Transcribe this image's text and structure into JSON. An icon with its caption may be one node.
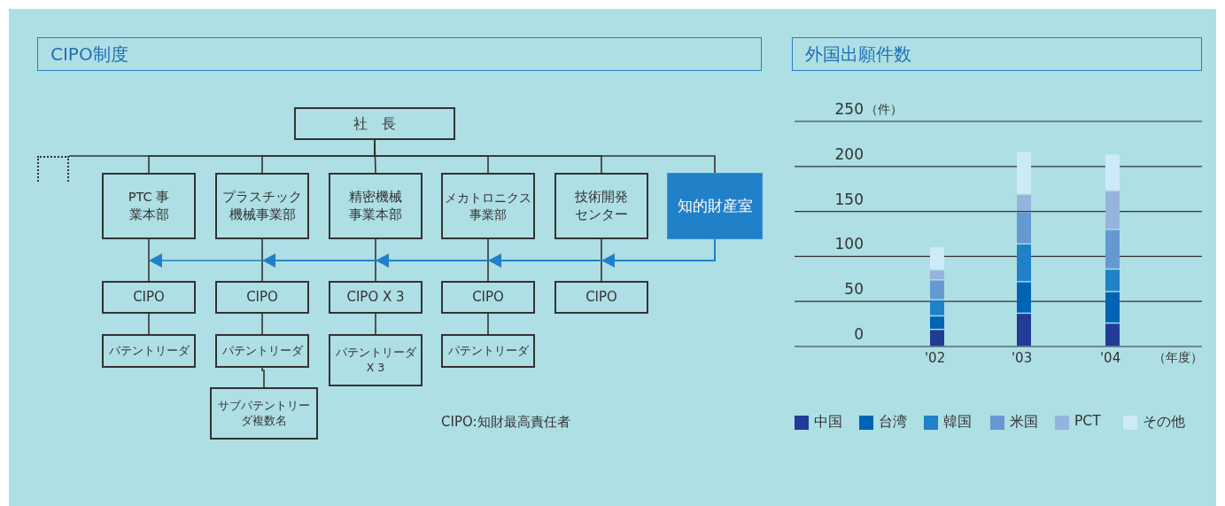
{
  "diagram": {
    "nodes": [
      {
        "text": [
          "CIPO制度"
        ]
      },
      {
        "text": [
          "社　長"
        ]
      },
      {
        "text": [
          "PTC 事業本部"
        ]
      },
      {
        "text": [
          "プラスチック機械事業部"
        ]
      },
      {
        "text": [
          "精密機械事業本部"
        ]
      },
      {
        "text": [
          "メカトロニクス事業部"
        ]
      },
      {
        "text": [
          "技術開発センター"
        ]
      },
      {
        "text": [
          "知的財産室"
        ]
      },
      {
        "text": [],
        "shape": "box"
      },
      {
        "text": [
          "CIPO"
        ]
      },
      {
        "text": [
          "CIPO"
        ]
      },
      {
        "text": [
          "CIPO X 3"
        ]
      },
      {
        "text": [
          "CIPO"
        ]
      },
      {
        "text": [
          "CIPO"
        ]
      },
      {
        "text": [
          "パテントリーダ"
        ]
      },
      {
        "text": [
          "パテントリーダ"
        ]
      },
      {
        "text": [
          "パテントリーダ X 3"
        ]
      },
      {
        "text": [
          "パテントリーダ"
        ]
      },
      {
        "text": [
          "サブパテントリーダ複数名"
        ]
      },
      {
        "text": [
          "外国出願件数"
        ]
      }
    ],
    "edges": [
      {
        "from": 1,
        "to": 8,
        "arrow": "none"
      },
      {
        "from": 1,
        "to": 2,
        "arrow": "none"
      },
      {
        "from": 1,
        "to": 3,
        "arrow": "none"
      },
      {
        "from": 1,
        "to": 4,
        "arrow": "none"
      },
      {
        "from": 1,
        "to": 5,
        "arrow": "none"
      },
      {
        "from": 1,
        "to": 6,
        "arrow": "none"
      },
      {
        "from": 1,
        "to": 7,
        "arrow": "none"
      },
      {
        "from": 2,
        "to": 9,
        "arrow": "none"
      },
      {
        "from": 3,
        "to": 10,
        "arrow": "none"
      },
      {
        "from": 4,
        "to": 11,
        "arrow": "none"
      },
      {
        "from": 5,
        "to": 12,
        "arrow": "none"
      },
      {
        "from": 6,
        "to": 13,
        "arrow": "none"
      },
      {
        "from": 7,
        "to": 9,
        "arrow": "to",
        "color": "#2080c8"
      },
      {
        "from": 7,
        "to": 10,
        "arrow": "to",
        "color": "#2080c8"
      },
      {
        "from": 7,
        "to": 11,
        "arrow": "to",
        "color": "#2080c8"
      },
      {
        "from": 7,
        "to": 12,
        "arrow": "to",
        "color": "#2080c8"
      },
      {
        "from": 7,
        "to": 13,
        "arrow": "to",
        "color": "#2080c8"
      },
      {
        "from": 9,
        "to": 14,
        "arrow": "none"
      },
      {
        "from": 10,
        "to": 15,
        "arrow": "none"
      },
      {
        "from": 11,
        "to": 16,
        "arrow": "none"
      },
      {
        "from": 12,
        "to": 17,
        "arrow": "none"
      },
      {
        "from": 15,
        "to": 18,
        "arrow": "none"
      }
    ],
    "labels": [
      "CIPO:知財最高責任者"
    ],
    "chart_data": {
      "type": "bar",
      "stacked": true,
      "grid": true,
      "legend": "bottom",
      "ylabel": "（件）",
      "xlabel": "（年度）",
      "categories": [
        "'02",
        "'03",
        "'04"
      ],
      "ylim": [
        0,
        250
      ],
      "yticks": [
        0,
        50,
        100,
        150,
        200,
        250
      ],
      "series": [
        {
          "name": "中国",
          "color": "#213b96",
          "values": [
            19,
            37,
            26
          ]
        },
        {
          "name": "台湾",
          "color": "#0064b4",
          "values": [
            15,
            35,
            35
          ]
        },
        {
          "name": "韓国",
          "color": "#2080c8",
          "values": [
            18,
            42,
            25
          ]
        },
        {
          "name": "米国",
          "color": "#6699d2",
          "values": [
            22,
            36,
            44
          ]
        },
        {
          "name": "PCT",
          "color": "#94b4de",
          "values": [
            11,
            19,
            43
          ]
        },
        {
          "name": "その他",
          "color": "#cdeaf8",
          "values": [
            26,
            48,
            41
          ]
        }
      ]
    }
  }
}
